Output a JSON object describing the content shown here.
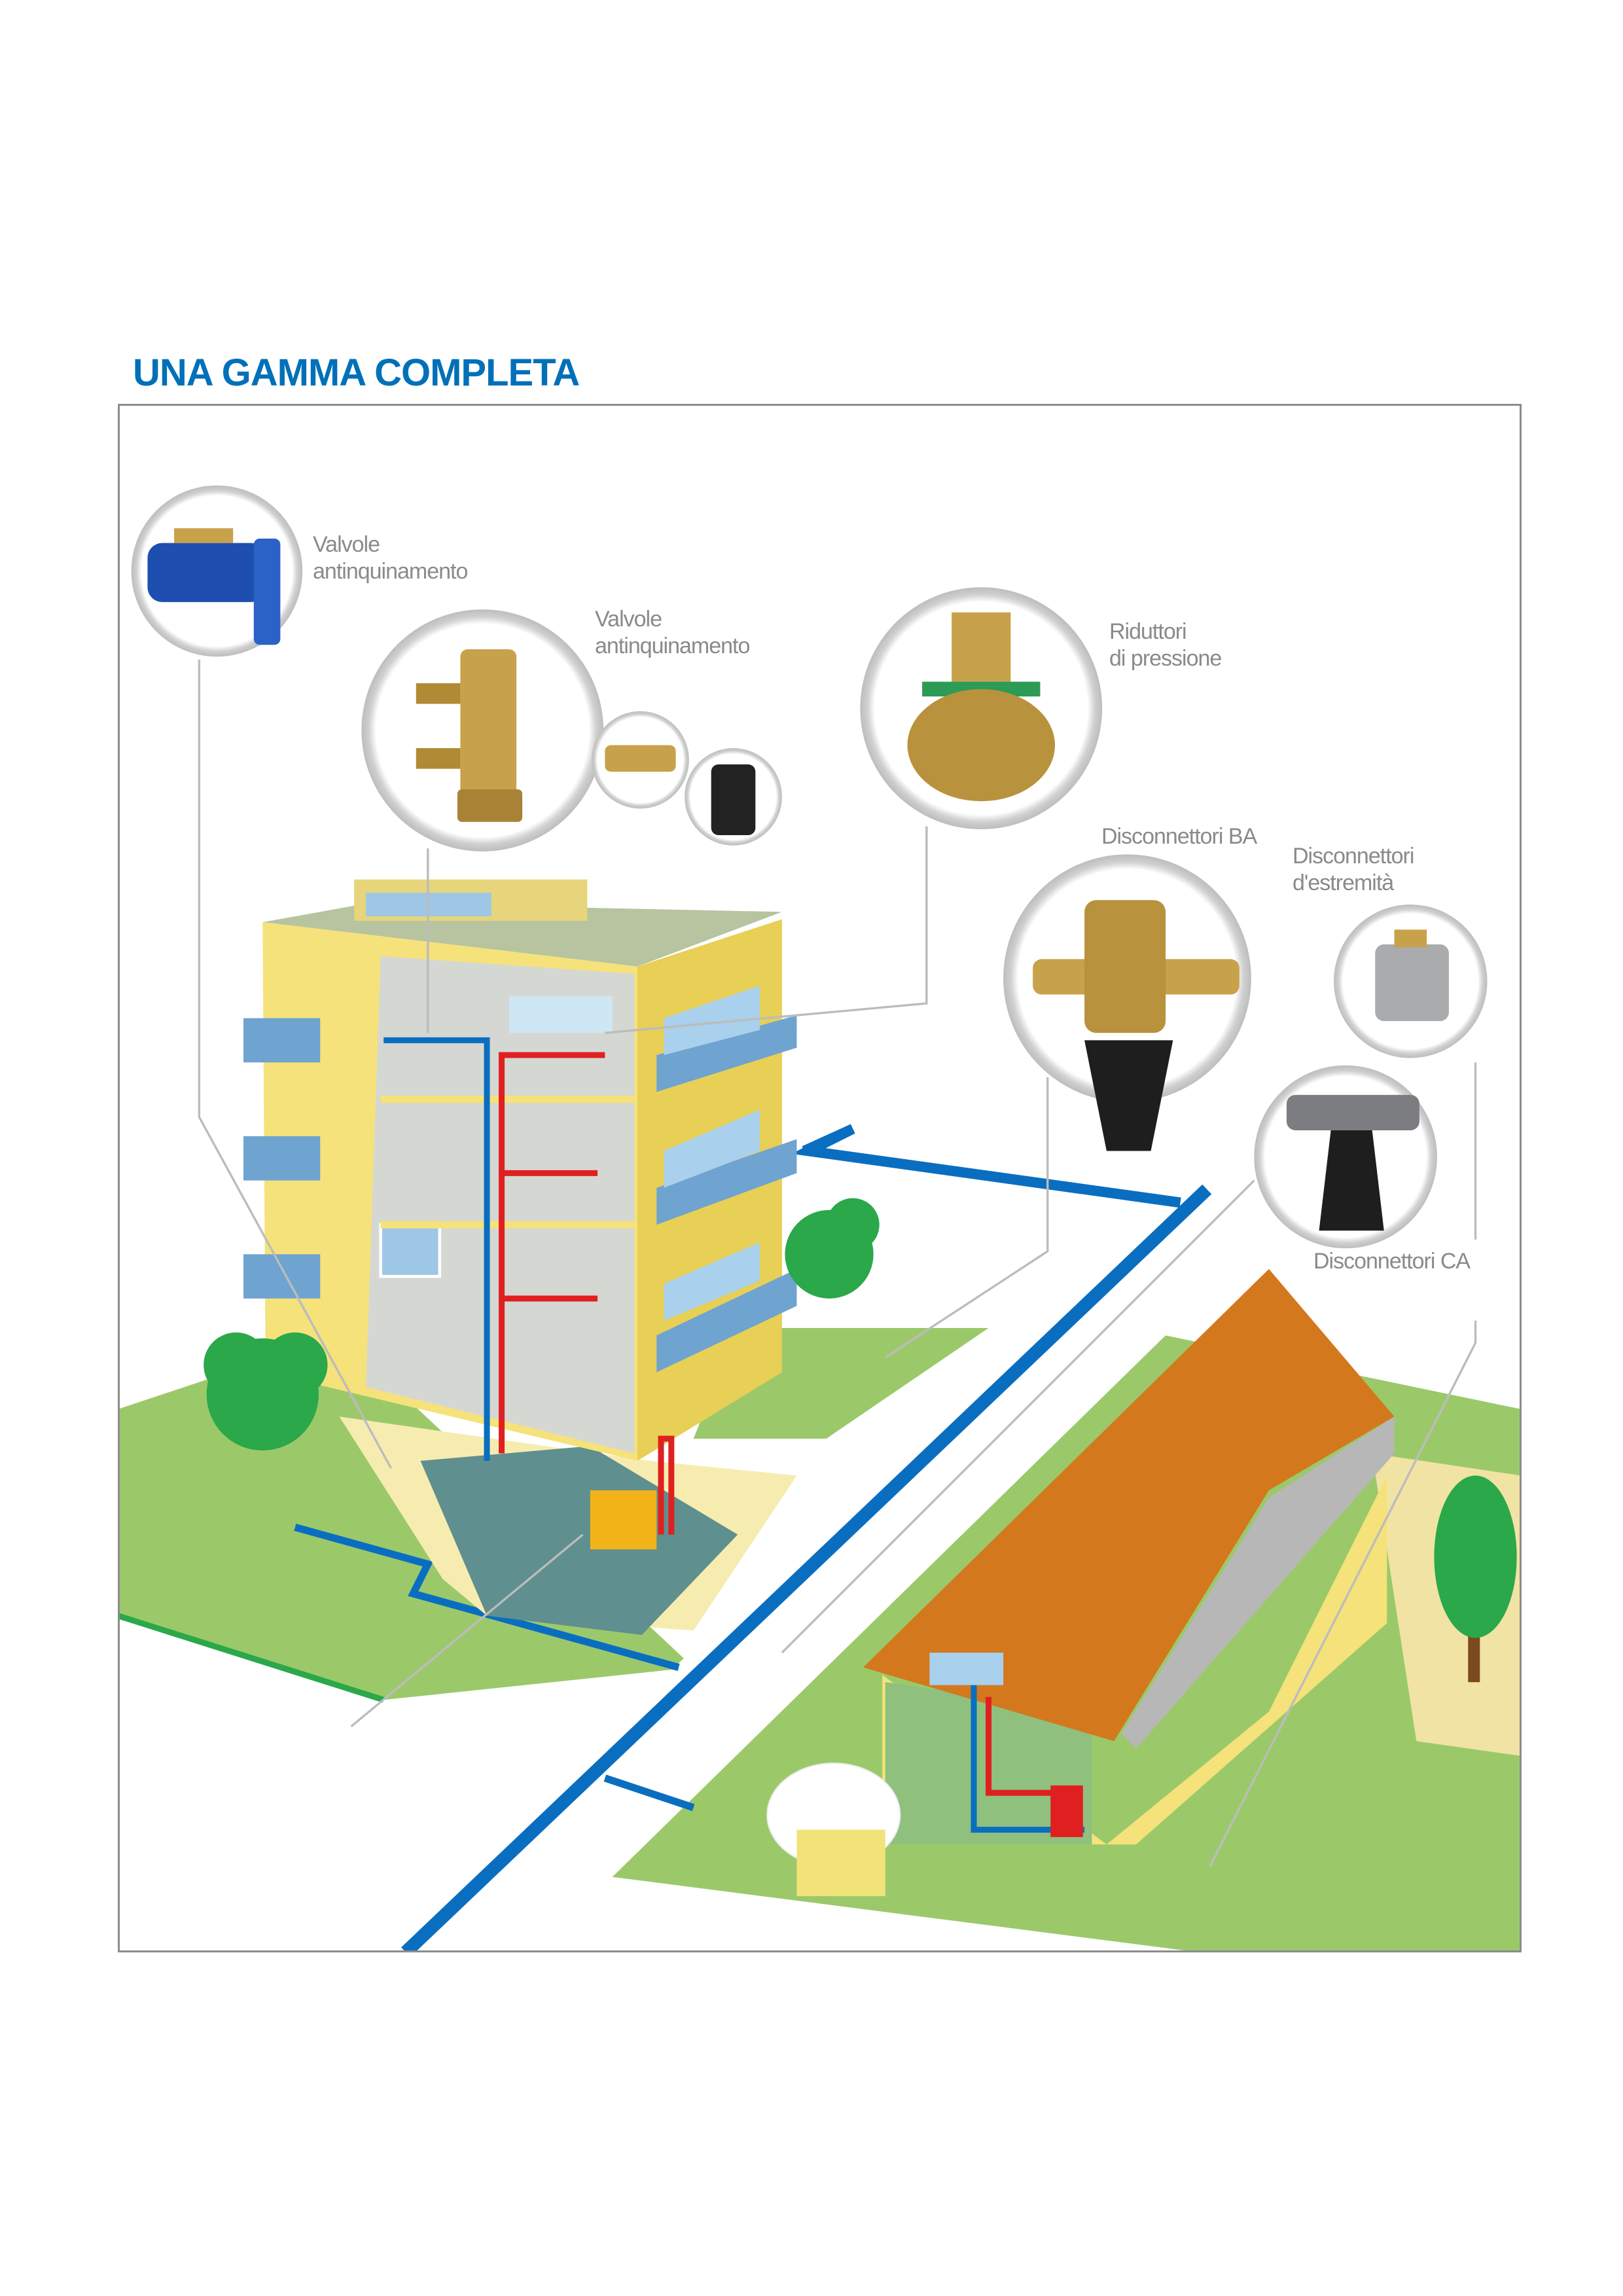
{
  "title": "UNA GAMMA COMPLETA",
  "labels": {
    "valvole_1": {
      "line1": "Valvole",
      "line2": "antinquinamento"
    },
    "valvole_2": {
      "line1": "Valvole",
      "line2": "antinquinamento"
    },
    "riduttori": {
      "line1": "Riduttori",
      "line2": "di pressione"
    },
    "disconnettori_ba": "Disconnettori BA",
    "disconnettori_estremita": {
      "line1": "Disconnettori",
      "line2": "d'estremità"
    },
    "disconnettori_ca": "Disconnettori CA"
  },
  "colors": {
    "title": "#0070b8",
    "label": "#8a8a8a",
    "pipe_cold": "#0a6ec0",
    "pipe_hot": "#e02020",
    "lawn": "#9bc96a",
    "wall": "#f5e27a",
    "roof": "#d4781e"
  }
}
